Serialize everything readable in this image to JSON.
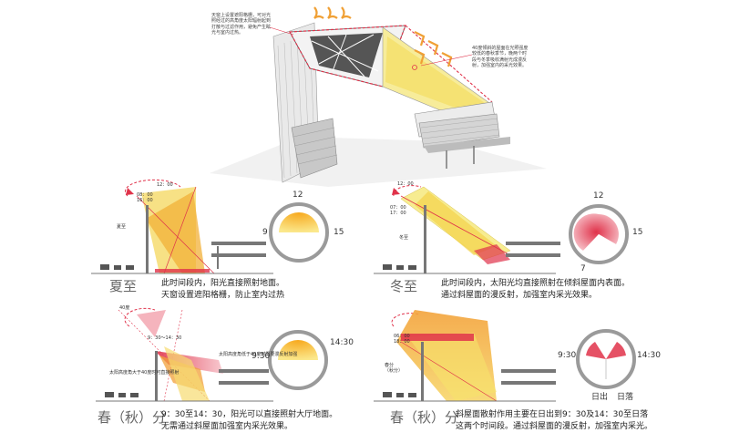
{
  "top": {
    "note_left": "天窗上设置遮阳格栅，可对光照经过的高角度太阳辐射起到打散与过滤作用，避免产生眩光与室内过热。",
    "note_right": "40度倾斜的屋面在光照强度较低的春秋季节，晚两个时段与冬季吸收满射光成漫反射，加强室内的采光效果。"
  },
  "panels": [
    {
      "season": "夏至",
      "desc": [
        "此时间段内，阳光直接照射地面。",
        "天窗设置遮阳格栅，防止室内过热"
      ],
      "sun_label": "12：00",
      "sun_sub": "08：00\n16：00",
      "side_label": "夏至",
      "clock": {
        "top": "12",
        "left": "9",
        "right": "15"
      }
    },
    {
      "season": "冬至",
      "desc": [
        "此时间段内，太阳光均直接照射在倾斜屋面内表面。",
        "通过斜屋面的漫反射，加强室内采光效果。"
      ],
      "sun_label": "12：00",
      "sun_sub": "07：00\n17：00",
      "side_label": "冬至",
      "clock": {
        "top": "12",
        "right": "15",
        "bottom": "7"
      }
    },
    {
      "season": "春（秋）分",
      "desc": [
        "9：30至14：30，阳光可以直接照射大厅地面。",
        "无需通过斜屋面加强室内采光效果。"
      ],
      "sun_label": "40度",
      "sun_sub": "9：30～14：30",
      "side_notes": [
        "太阳高度角低于40度时需要漫反射加强",
        "太阳高度角大于40度时可直接照射"
      ],
      "clock": {
        "left": "9:30",
        "right": "14:30"
      }
    },
    {
      "season": "春（秋）分",
      "desc": [
        "斜屋面散射作用主要在日出到9：30及14：30至日落",
        "这两个时间段。通过斜屋面的漫反射，加强室内采光。"
      ],
      "sun_label": "06：00\n18：00",
      "side_label": "春分\n（秋分）",
      "clock": {
        "left": "9:30",
        "right": "14:30",
        "bottom_left": "日出",
        "bottom_right": "日落"
      }
    }
  ],
  "colors": {
    "yellow": "#f3d24a",
    "light_yellow": "#f7e98a",
    "orange": "#f0a035",
    "red": "#e0324a",
    "pink": "#f3a7b2",
    "gray": "#9a9a9a",
    "dark": "#444444"
  }
}
